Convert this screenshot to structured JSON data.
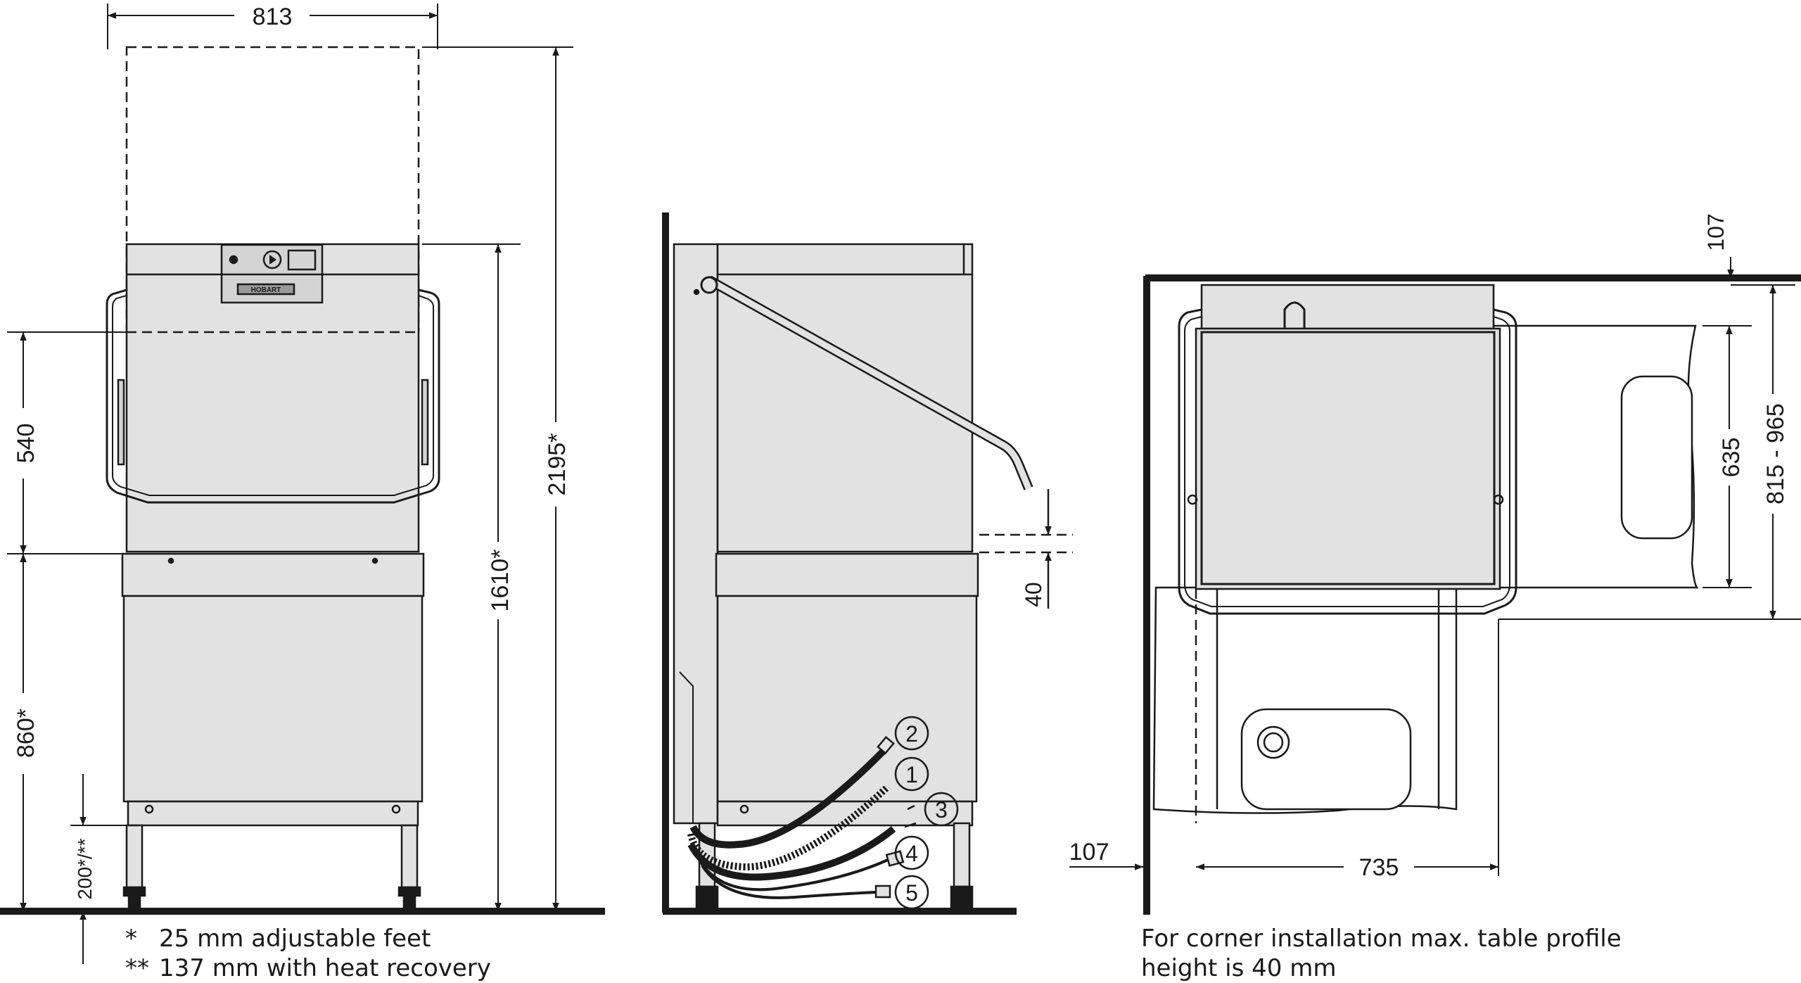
{
  "dimensions": {
    "width_813": "813",
    "d540": "540",
    "d2195": "2195*",
    "d1610": "1610*",
    "d860": "860*",
    "d200": "200*/**",
    "d40": "40",
    "d107_top": "107",
    "d635": "635",
    "d815_965": "815 - 965",
    "d107_left": "107",
    "d735": "735"
  },
  "callouts": [
    "1",
    "2",
    "3",
    "4",
    "5"
  ],
  "brand_label": "HOBART",
  "notes": {
    "feet_mark": "*",
    "feet_text": "25 mm adjustable feet",
    "heat_mark": "**",
    "heat_text": "137 mm with heat recovery",
    "corner_line1": "For corner installation max. table profile",
    "corner_line2": "height is 40 mm"
  },
  "colors": {
    "machine_fill": "#e2e2e2",
    "line": "#1a1a1a",
    "background": "#ffffff"
  }
}
